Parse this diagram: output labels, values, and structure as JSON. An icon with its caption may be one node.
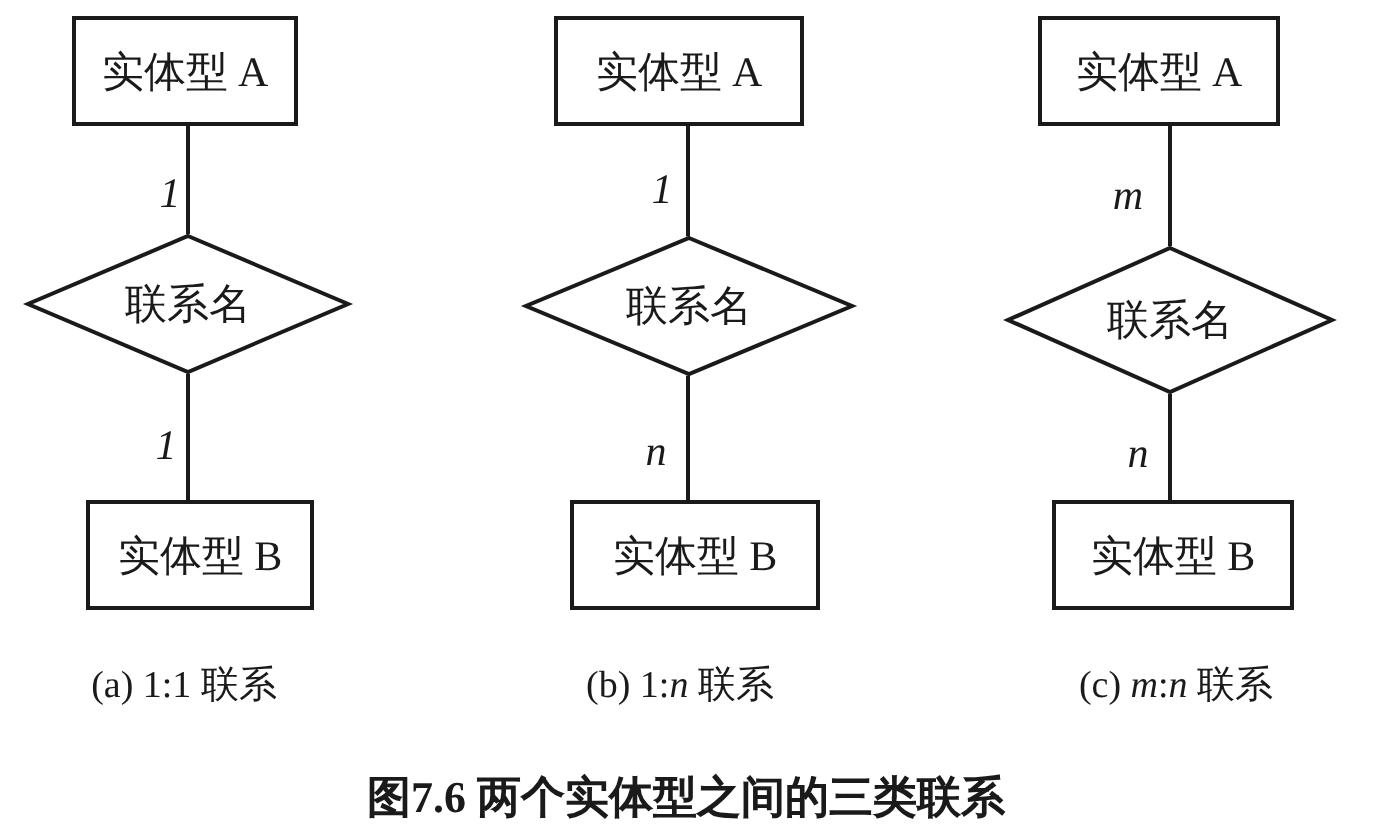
{
  "diagram": {
    "caption": "图7.6 两个实体型之间的三类联系",
    "nodes": [
      {
        "text": [
          "实体型 A"
        ]
      },
      {
        "text": [
          "联系名"
        ]
      },
      {
        "text": [
          "实体型 B"
        ]
      },
      {
        "text": [
          "实体型 A"
        ]
      },
      {
        "text": [
          "联系名"
        ]
      },
      {
        "text": [
          "实体型 B"
        ]
      },
      {
        "text": [
          "实体型 A"
        ]
      },
      {
        "text": [
          "联系名"
        ]
      },
      {
        "text": [
          "实体型 B"
        ]
      }
    ],
    "edges": [
      {
        "from": 0,
        "to": 1,
        "arrow": "none",
        "label": "1"
      },
      {
        "from": 1,
        "to": 2,
        "arrow": "none",
        "label": "1"
      },
      {
        "from": 3,
        "to": 4,
        "arrow": "none",
        "label": "1"
      },
      {
        "from": 4,
        "to": 5,
        "arrow": "none",
        "label": "n"
      },
      {
        "from": 6,
        "to": 7,
        "arrow": "none",
        "label": "m"
      },
      {
        "from": 7,
        "to": 8,
        "arrow": "none",
        "label": "n"
      }
    ],
    "labels": [
      "(a) 1:1 联系",
      "(b) 1:*n* 联系",
      "(c) *m*:*n* 联系"
    ]
  }
}
